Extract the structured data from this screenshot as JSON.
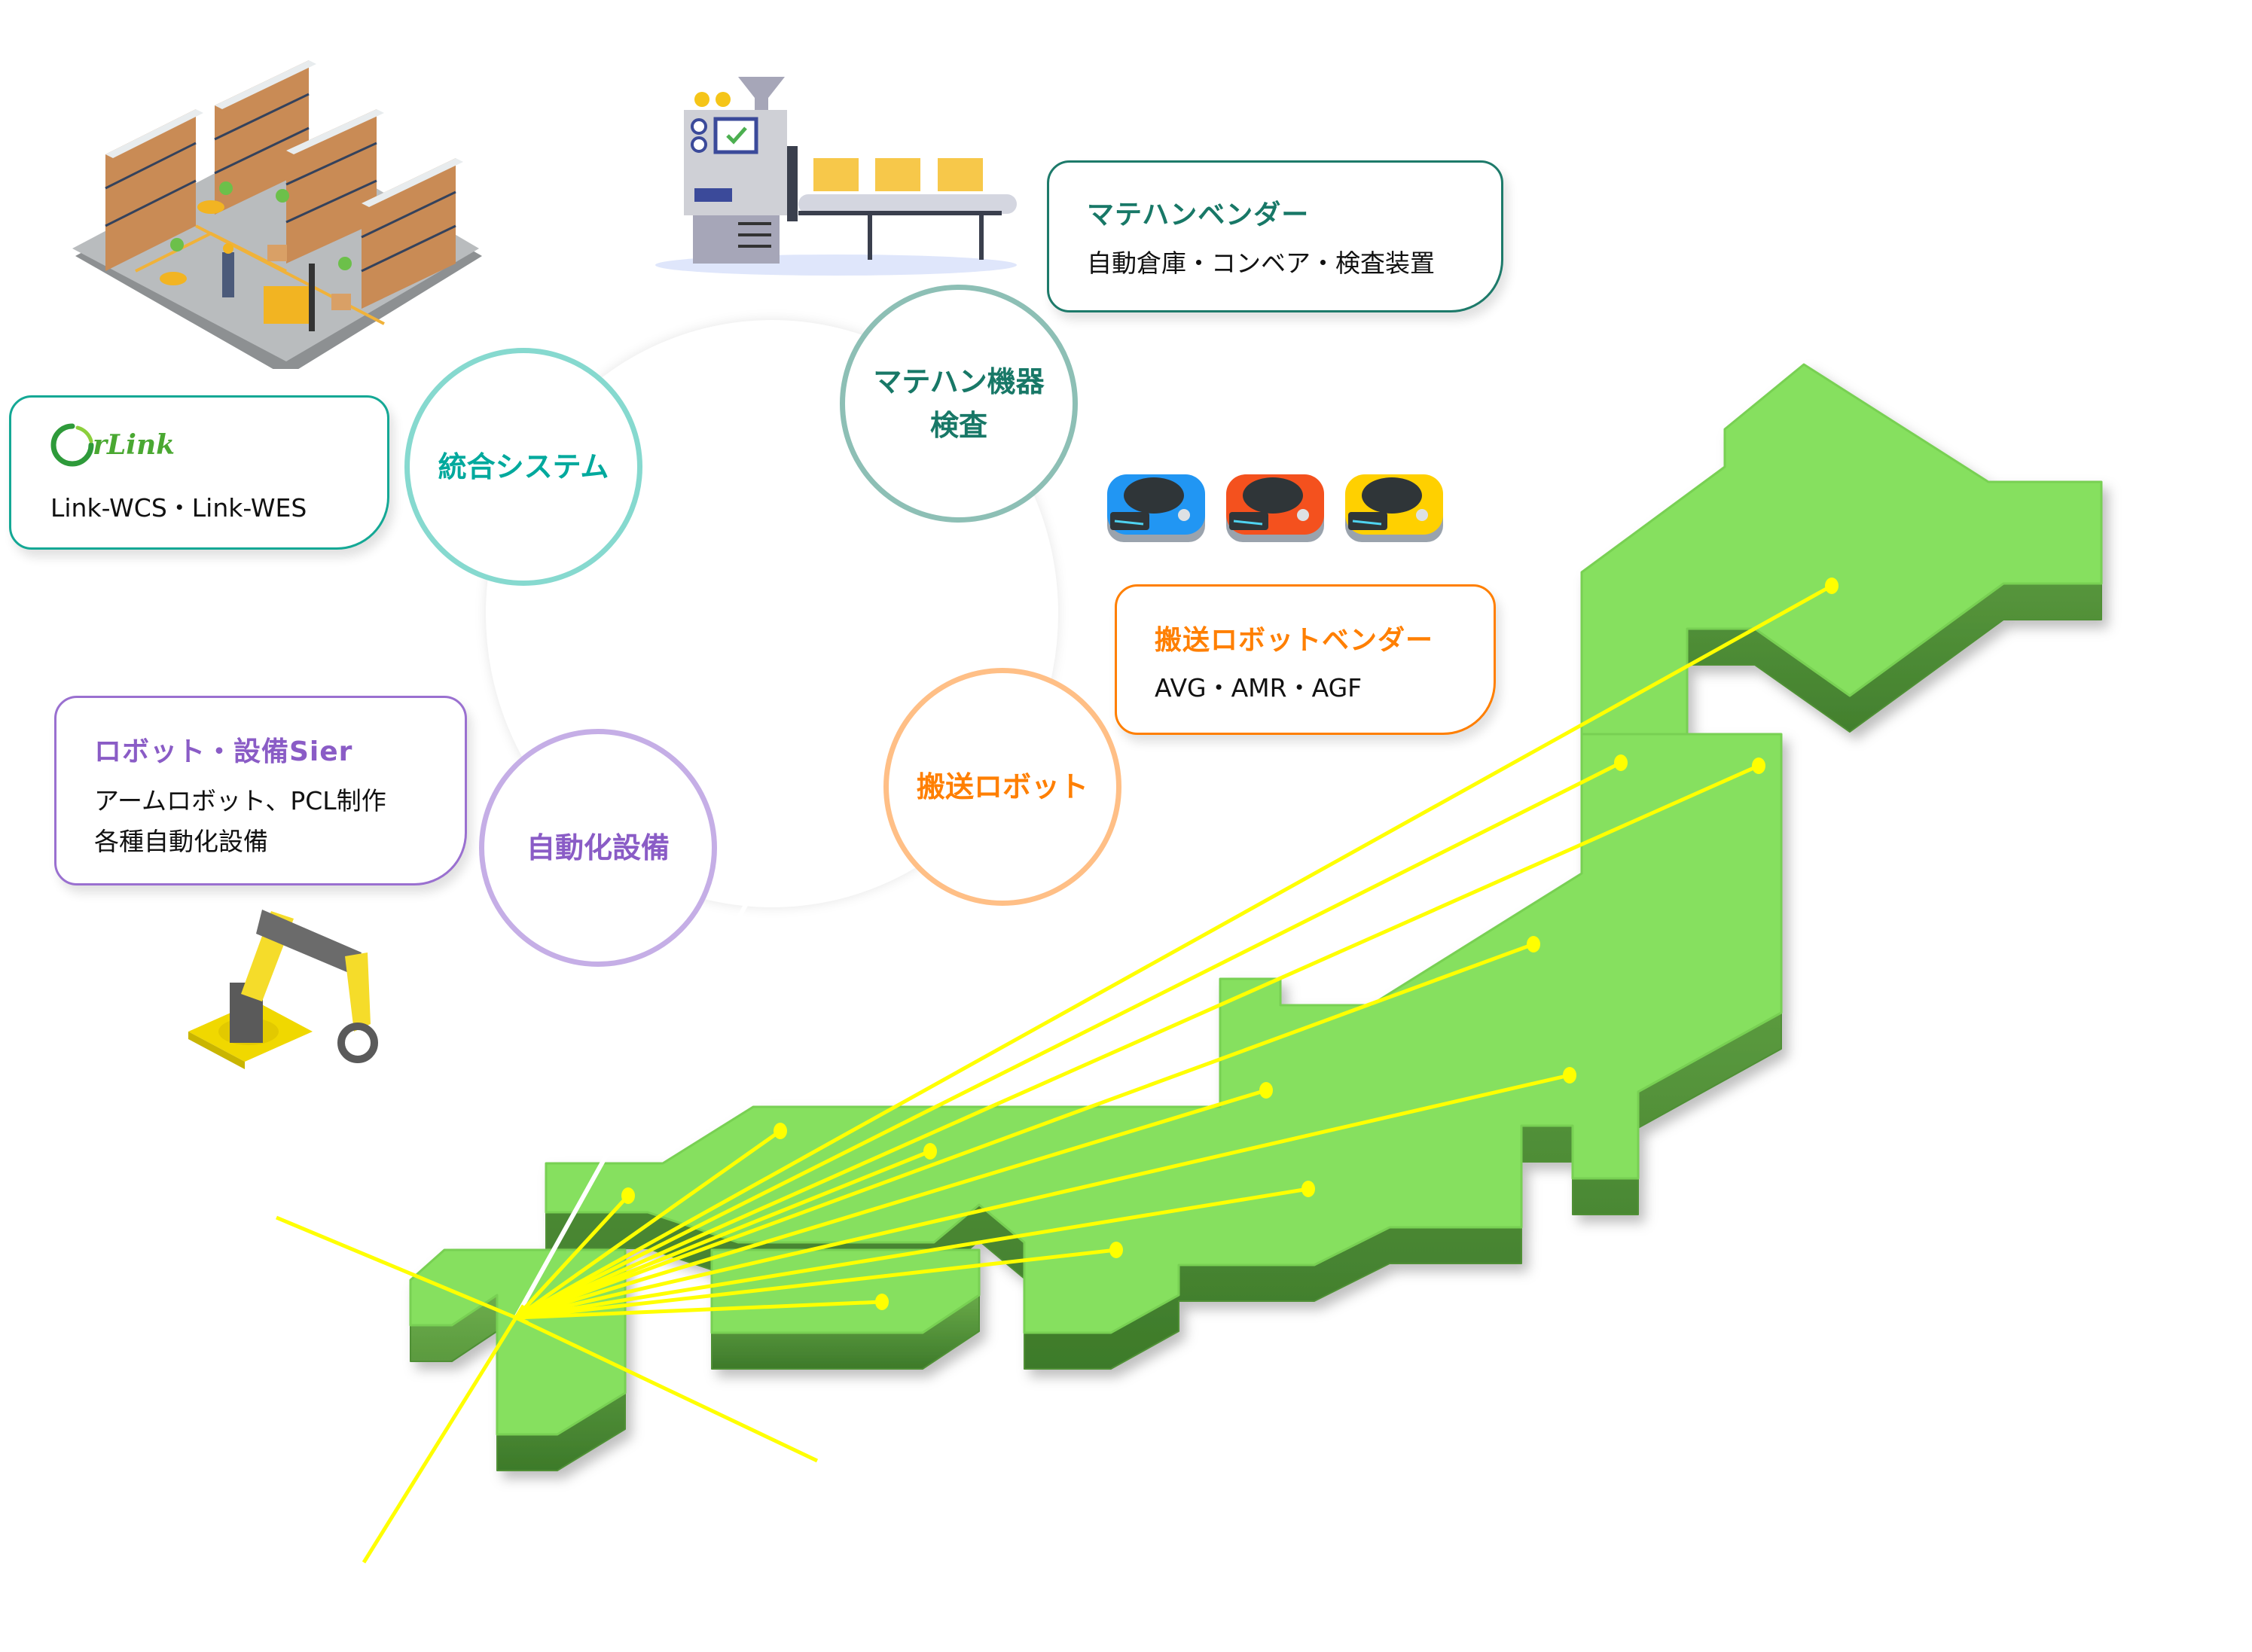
{
  "diagram": {
    "title": "Logistics automation partner map",
    "colors": {
      "teal": "#00a99d",
      "dark_teal": "#1a7a6a",
      "orange": "#ff7f00",
      "purple": "#8a5cc6",
      "map_green": "#86e05e",
      "map_side": "#5a9e3e",
      "line_yellow": "#ffff00"
    },
    "cards": {
      "orlink": {
        "logo_text_o": "O",
        "logo_text": "rLink",
        "subtitle": "Link-WCS・Link-WES"
      },
      "matehan_vendor": {
        "title": "マテハンベンダー",
        "subtitle": "自動倉庫・コンベア・検査装置"
      },
      "robot_vendor": {
        "title": "搬送ロボットベンダー",
        "subtitle": "AVG・AMR・AGF"
      },
      "sier": {
        "title": "ロボット・設備Sier",
        "subtitle_line1": "アームロボット、PCL制作",
        "subtitle_line2": "各種自動化設備"
      }
    },
    "circles": {
      "integrated_system": "統合システム",
      "matehan_line1": "マテハン機器",
      "matehan_line2": "検査",
      "transport_robot": "搬送ロボット",
      "automation_equipment": "自動化設備"
    },
    "illustrations": {
      "warehouse": "warehouse-illustration",
      "conveyor": "conveyor-machine-illustration",
      "agv_robots": [
        "blue",
        "orange",
        "yellow"
      ],
      "robot_arm": "robot-arm-illustration"
    },
    "map": {
      "region": "Japan",
      "connection_points": 12,
      "hub_label": ""
    }
  }
}
